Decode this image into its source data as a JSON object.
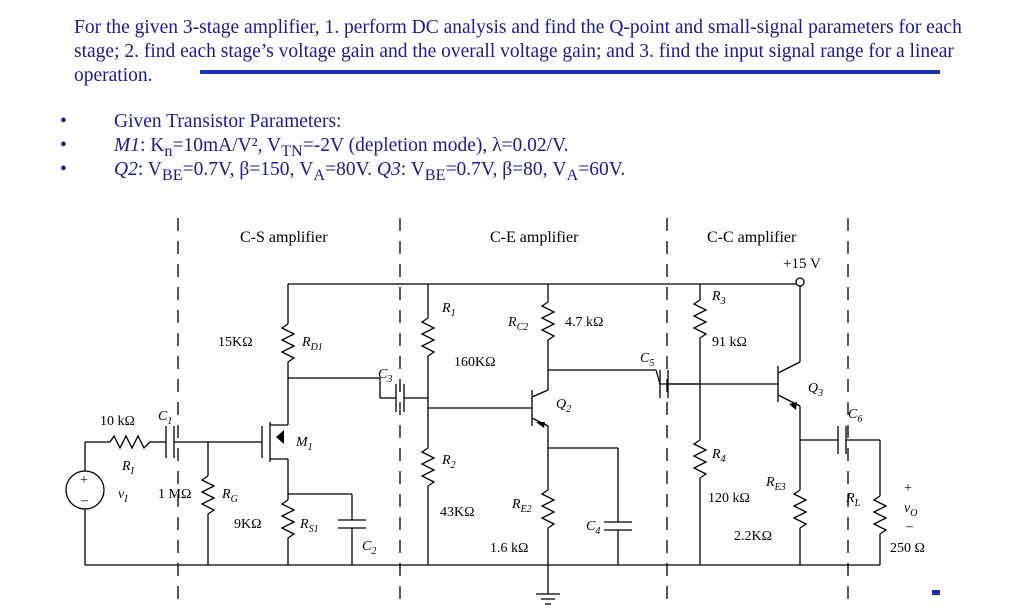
{
  "problem_text": "For the given 3-stage amplifier, 1. perform DC analysis and find the Q-point and small-signal parameters for each stage; 2. find each stage’s voltage gain and the overall voltage gain; and 3. find the input signal range for a linear operation.",
  "bullets": {
    "b1": "Given Transistor Parameters:",
    "b2_name": "M1",
    "b2_text": ": K<sub>n</sub>=10mA/V², V<sub>TN</sub>=-2V (depletion mode), λ=0.02/V.",
    "b3_name_q2": "Q2",
    "b3_text_q2": ": V<sub>BE</sub>=0.7V, β=150, V<sub>A</sub>=80V.",
    "b3_name_q3": "Q3",
    "b3_text_q3": ": V<sub>BE</sub>=0.7V, β=80, V<sub>A</sub>=60V."
  },
  "circuit": {
    "section_cs": "C-S amplifier",
    "section_ce": "C-E  amplifier",
    "section_cc": "C-C amplifier",
    "vcc": "+15 V",
    "ri_val": "10 kΩ",
    "ri": "R",
    "ri_sub": "I",
    "vi": "v",
    "vi_sub": "I",
    "c1": "C",
    "c1_sub": "1",
    "rg_val": "1 MΩ",
    "rg": "R",
    "rg_sub": "G",
    "rd1_val": "15KΩ",
    "rd1": "R",
    "rd1_sub": "D1",
    "m1": "M",
    "m1_sub": "1",
    "rs1_val": "9KΩ",
    "rs1": "R",
    "rs1_sub": "S1",
    "c2": "C",
    "c2_sub": "2",
    "c3": "C",
    "c3_sub": "3",
    "r1": "R",
    "r1_sub": "1",
    "r1_val": "160KΩ",
    "r2": "R",
    "r2_sub": "2",
    "r2_val": "43KΩ",
    "rc2": "R",
    "rc2_sub": "C2",
    "rc2_val": "4.7 kΩ",
    "q2": "Q",
    "q2_sub": "2",
    "re2": "R",
    "re2_sub": "E2",
    "re2_val": "1.6 kΩ",
    "c4": "C",
    "c4_sub": "4",
    "c5": "C",
    "c5_sub": "5",
    "r3": "R",
    "r3_sub": "3",
    "r3_val": "91 kΩ",
    "r4": "R",
    "r4_sub": "4",
    "r4_val": "120 kΩ",
    "q3": "Q",
    "q3_sub": "3",
    "re3": "R",
    "re3_sub": "E3",
    "re3_val": "2.2KΩ",
    "c6": "C",
    "c6_sub": "6",
    "rl": "R",
    "rl_sub": "L",
    "rl_val": "250 Ω",
    "vo": "v",
    "vo_sub": "O",
    "plus": "+",
    "minus": "–"
  },
  "colors": {
    "text_blue": "#1a1a99",
    "rule_blue": "#2030c0",
    "ink": "#000000"
  }
}
